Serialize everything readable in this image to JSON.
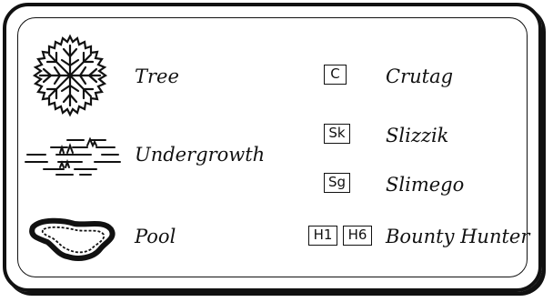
{
  "legend": {
    "terrain": [
      {
        "icon": "tree-icon",
        "label": "Tree"
      },
      {
        "icon": "undergrowth-icon",
        "label": "Undergrowth"
      },
      {
        "icon": "pool-icon",
        "label": "Pool"
      }
    ],
    "creatures": [
      {
        "codes": [
          "C"
        ],
        "label": "Crutag"
      },
      {
        "codes": [
          "Sk"
        ],
        "label": "Slizzik"
      },
      {
        "codes": [
          "Sg"
        ],
        "label": "Slimego"
      },
      {
        "codes": [
          "H1",
          "H6"
        ],
        "label": "Bounty Hunter"
      }
    ]
  }
}
